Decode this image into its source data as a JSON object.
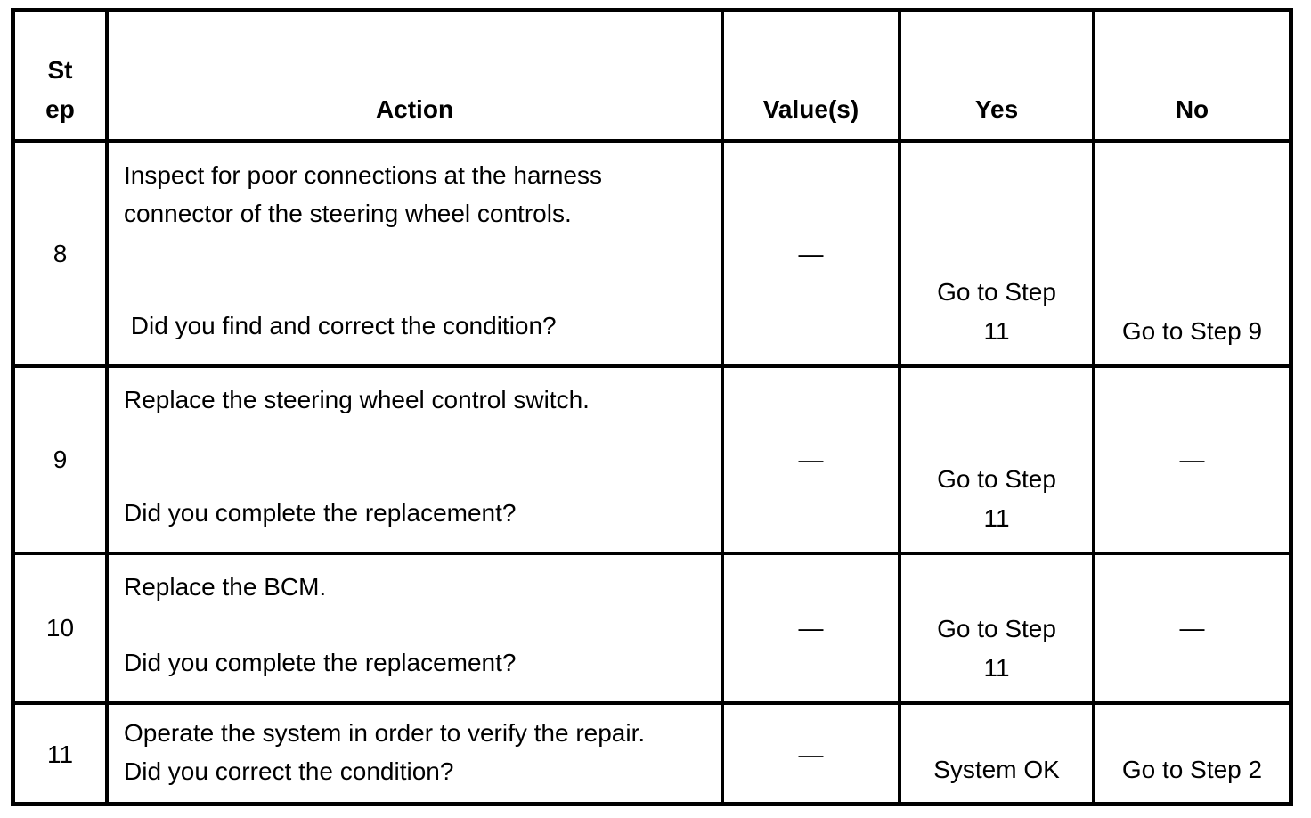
{
  "table": {
    "headers": {
      "step": "St\nep",
      "action": "Action",
      "values": "Value(s)",
      "yes": "Yes",
      "no": "No"
    },
    "rows": [
      {
        "step": "8",
        "action_description": "Inspect for poor connections at the harness connector of the steering wheel controls.",
        "action_question": " Did you find and correct the condition?",
        "value": "—",
        "yes": "Go to Step 11",
        "no": "Go to Step 9"
      },
      {
        "step": "9",
        "action_description": "Replace the steering wheel control switch.",
        "action_question": "Did you complete the replacement?",
        "value": "—",
        "yes": "Go to Step 11",
        "no": "—"
      },
      {
        "step": "10",
        "action_description": "Replace the BCM.",
        "action_question": "Did you complete the replacement?",
        "value": "—",
        "yes": "Go to Step 11",
        "no": "—"
      },
      {
        "step": "11",
        "action_description": "Operate the system in order to verify the repair.",
        "action_question": "Did you correct the condition?",
        "value": "—",
        "yes": "System OK",
        "no": "Go to Step 2"
      }
    ],
    "colors": {
      "border": "#000000",
      "text": "#000000",
      "background": "#ffffff"
    }
  }
}
